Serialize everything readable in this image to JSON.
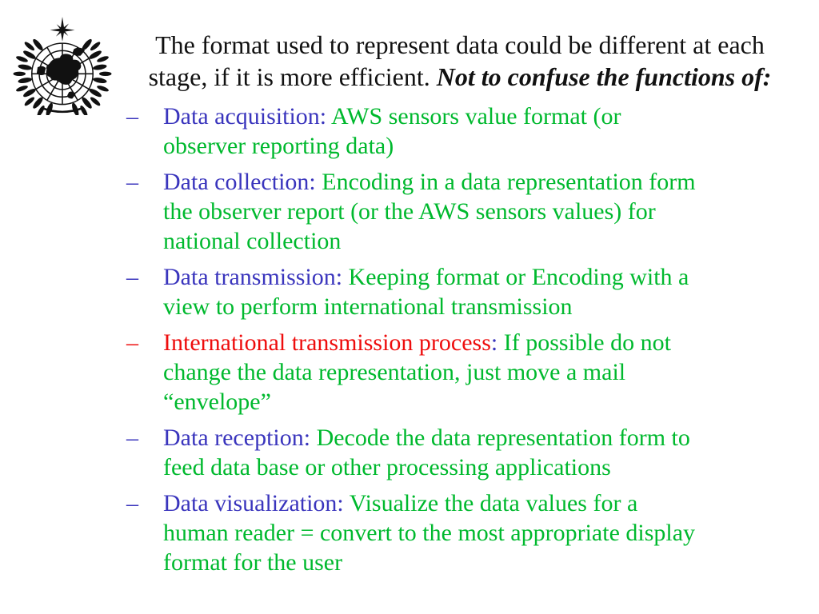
{
  "slide": {
    "logo": {
      "name": "wmo-emblem"
    },
    "title": {
      "normal": "The format used to represent data could be different at each\nstage, if it is more efficient. ",
      "emphasis": "Not to confuse the functions of:"
    },
    "bullet_dash": "–",
    "bullets": [
      {
        "lead": "Data acquisition:",
        "sep": "",
        "body": " AWS sensors value format (or\nobserver reporting data)",
        "lead_color": "blue"
      },
      {
        "lead": "Data collection:",
        "sep": "",
        "body": " Encoding in a data representation form\nthe observer report (or the AWS sensors values) for\nnational collection",
        "lead_color": "blue"
      },
      {
        "lead": "Data transmission:",
        "sep": "",
        "body": " Keeping format or Encoding with a\nview to perform international transmission",
        "lead_color": "blue"
      },
      {
        "lead": "International transmission process",
        "sep": ":",
        "body": " If possible do not\nchange the data representation, just move a mail\n“envelope”",
        "lead_color": "red"
      },
      {
        "lead": "Data reception:",
        "sep": "",
        "body": " Decode the data representation form to\nfeed data base or other processing applications",
        "lead_color": "blue"
      },
      {
        "lead": "Data visualization:",
        "sep": "",
        "body": " Visualize the data values for a\nhuman reader = convert to the most appropriate display\nformat for the user",
        "lead_color": "blue"
      }
    ],
    "colors": {
      "blue": "#3a35bd",
      "green": "#00b92e",
      "red": "#ee0d0d",
      "title": "#111111"
    }
  }
}
